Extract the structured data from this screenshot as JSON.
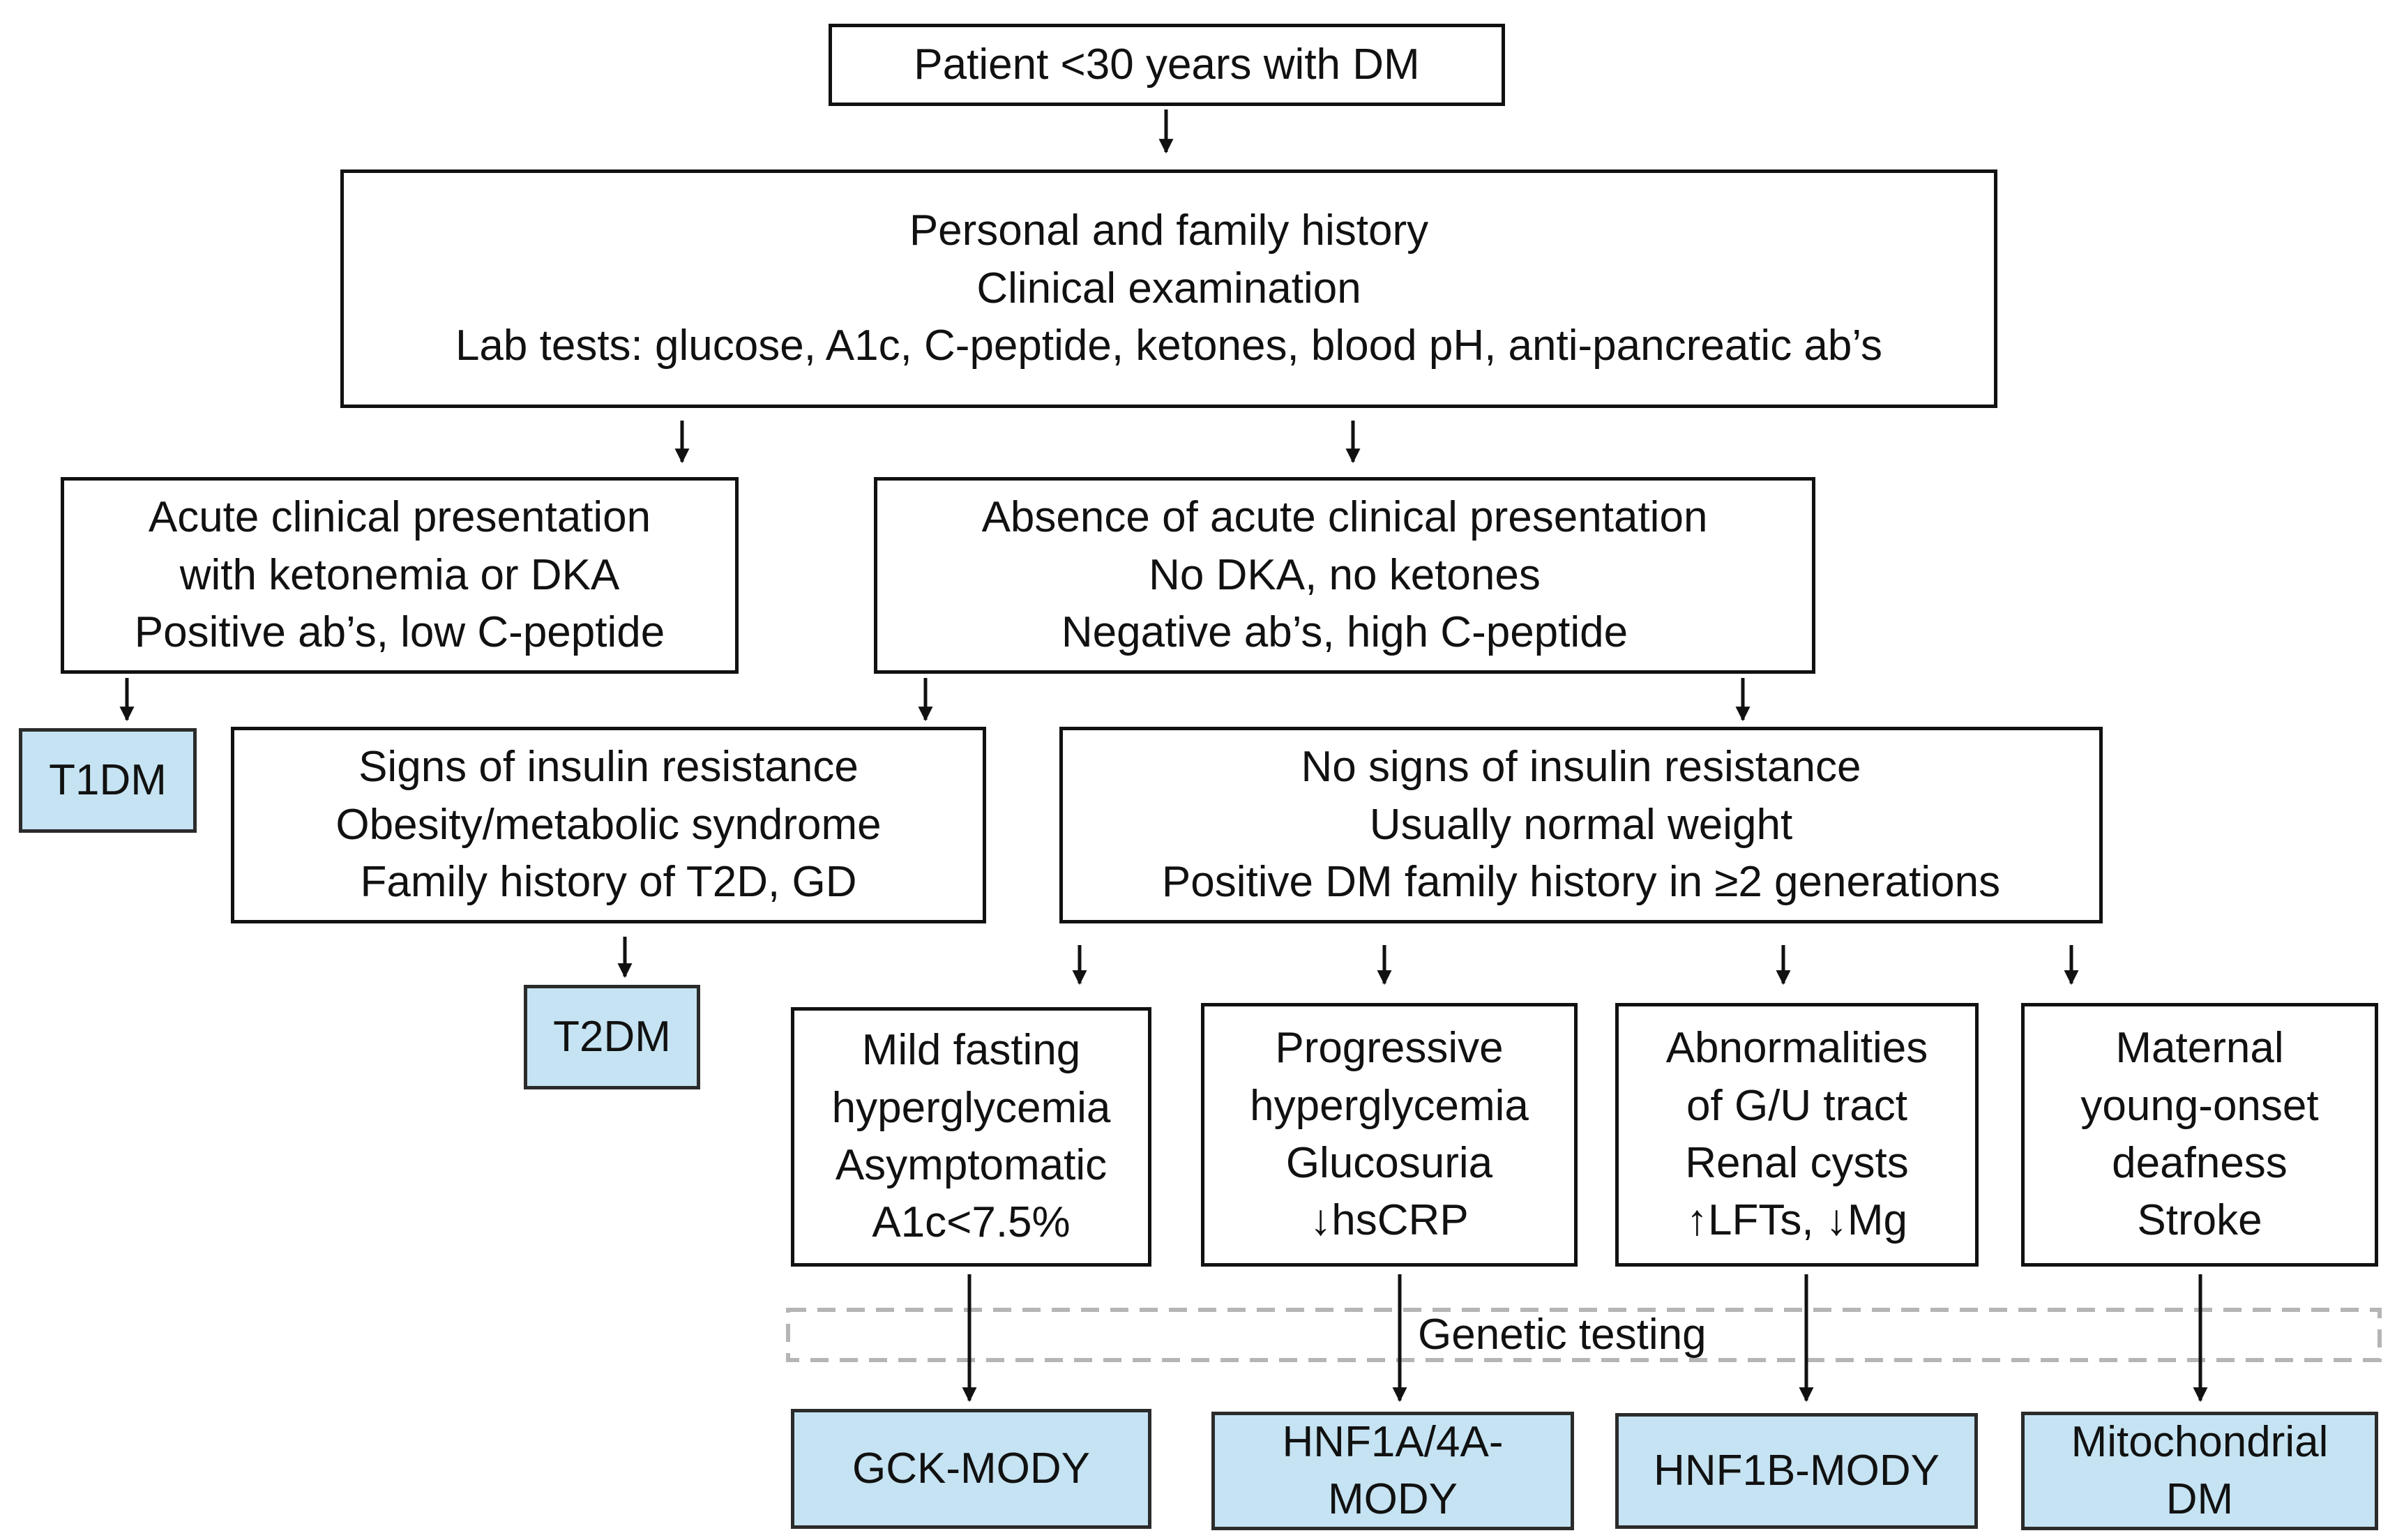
{
  "nodes": {
    "root": [
      "Patient <30 years with DM"
    ],
    "history": [
      "Personal and family history",
      "Clinical examination",
      "Lab tests: glucose, A1c, C-peptide, ketones, blood pH, anti-pancreatic ab’s"
    ],
    "acute": [
      "Acute clinical presentation",
      "with ketonemia or DKA",
      "Positive ab’s, low C-peptide"
    ],
    "absence": [
      "Absence of acute clinical presentation",
      "No DKA, no ketones",
      "Negative ab’s, high C-peptide"
    ],
    "t1dm": [
      "T1DM"
    ],
    "insulin_resistance": [
      "Signs of insulin resistance",
      "Obesity/metabolic syndrome",
      "Family history of T2D, GD"
    ],
    "no_insulin_resistance": [
      "No signs of insulin resistance",
      "Usually normal weight",
      "Positive DM family history in ≥2 generations"
    ],
    "t2dm": [
      "T2DM"
    ],
    "gck_features": [
      "Mild fasting",
      "hyperglycemia",
      "Asymptomatic",
      "A1c<7.5%"
    ],
    "hnf1a_features": [
      "Progressive",
      "hyperglycemia",
      "Glucosuria",
      "↓hsCRP"
    ],
    "hnf1b_features": [
      "Abnormalities",
      "of G/U tract",
      "Renal cysts",
      "↑LFTs, ↓Mg"
    ],
    "mito_features": [
      "Maternal",
      "young-onset",
      "deafness",
      "Stroke"
    ],
    "gck_mody": [
      "GCK-MODY"
    ],
    "hnf1a_mody": [
      "HNF1A/4A-",
      "MODY"
    ],
    "hnf1b_mody": [
      "HNF1B-MODY"
    ],
    "mito_dm": [
      "Mitochondrial",
      "DM"
    ]
  },
  "genetic_testing_label": "Genetic testing",
  "colors": {
    "result_fill": "#c5e3f2",
    "stroke": "#111111",
    "dashed_band": "#b5b5b5"
  }
}
